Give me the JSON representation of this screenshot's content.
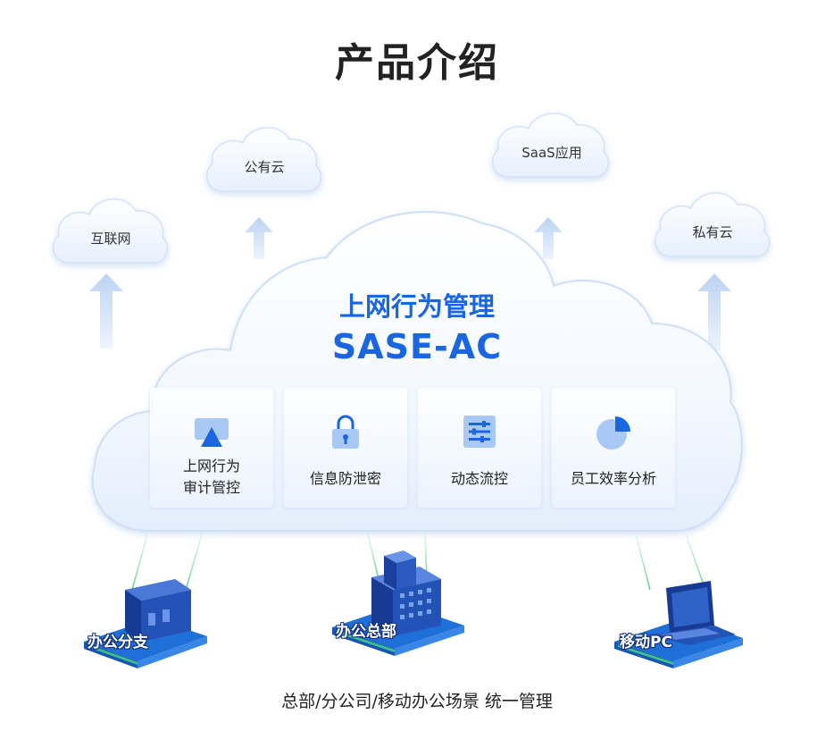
{
  "page_title": "产品介绍",
  "outer_clouds": [
    {
      "label": "互联网"
    },
    {
      "label": "公有云"
    },
    {
      "label": "SaaS应用"
    },
    {
      "label": "私有云"
    }
  ],
  "main_cloud": {
    "title": "上网行为管理",
    "subtitle": "SASE-AC"
  },
  "features": [
    {
      "line1": "上网行为",
      "line2": "审计管控",
      "icon": "monitor-icon"
    },
    {
      "line1": "信息防泄密",
      "icon": "lock-icon"
    },
    {
      "line1": "动态流控",
      "icon": "sliders-icon"
    },
    {
      "line1": "员工效率分析",
      "icon": "pie-chart-icon"
    }
  ],
  "sites": [
    {
      "label": "办公分支",
      "icon": "branch-building-icon"
    },
    {
      "label": "办公总部",
      "icon": "headquarters-building-icon"
    },
    {
      "label": "移动PC",
      "icon": "laptop-icon"
    }
  ],
  "footer": "总部/分公司/移动办公场景 统一管理",
  "colors": {
    "accent": "#1a66e0",
    "arrow": "#c9dcf5",
    "connector": "#7fd6a0",
    "platform": "#1f6fd8"
  }
}
